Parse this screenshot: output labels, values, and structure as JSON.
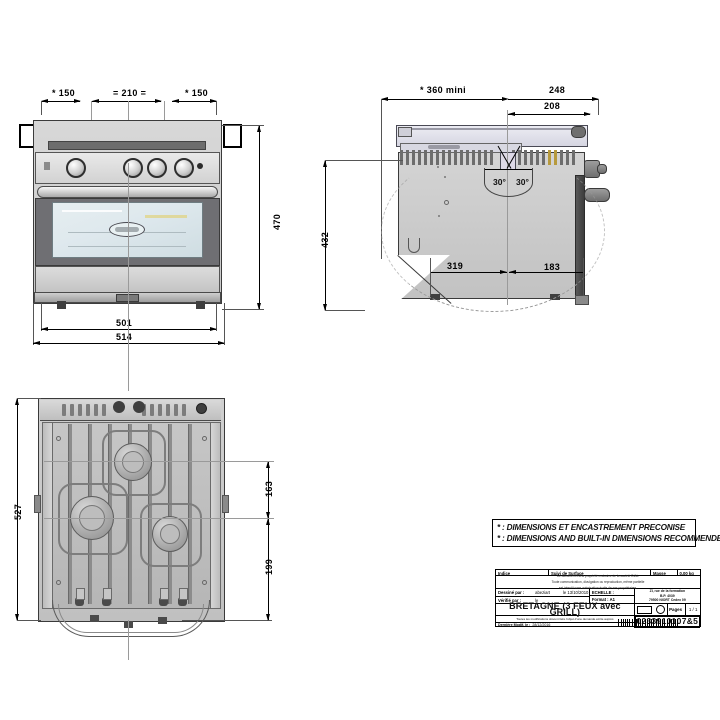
{
  "drawing": {
    "title_main": "BRETAGNE (3 FEUX avec GRILL)",
    "part_number": "0233910107&5"
  },
  "front_view": {
    "name": "front-elevation",
    "dimensions": {
      "burner_left": "* 150",
      "burner_center": "= 210 =",
      "burner_right": "* 150",
      "height": "470",
      "width_inner": "501",
      "width_outer": "514"
    }
  },
  "side_view": {
    "name": "side-elevation",
    "dimensions": {
      "depth_mini": "* 360  mini",
      "depth_248": "248",
      "depth_208": "208",
      "height_432": "432",
      "depth_319": "319",
      "depth_183": "183",
      "angle_left": "30°",
      "angle_right": "30°"
    }
  },
  "top_view": {
    "name": "plan-view",
    "dimensions": {
      "depth_527": "527",
      "spacing_163": "163",
      "spacing_199": "199"
    }
  },
  "notes": {
    "line_fr": "* : DIMENSIONS ET ENCASTREMENT PRECONISE",
    "line_en": "* : DIMENSIONS AND BUILT-IN DIMENSIONS RECOMMENDED"
  },
  "title_block": {
    "indice_label": "Indice",
    "modif_label": "Suivi de Surface",
    "masse_label": "Masse",
    "masse_value": "0,00 kg",
    "legal_text_1": "Ce document est la propriété exclusive de la société DIAL.",
    "legal_text_2": "Toute communication, divulgation ou reproduction, même partielle",
    "legal_text_3": "est interdit sans autorisation écrite de ses propriétaires.",
    "dessine_label": "Dessiné par :",
    "dessine_value": "abeziart",
    "dessine_date": "le 13/10/2010",
    "verifie_label": "Vérifié par :",
    "verifie_value": "le",
    "echelle_label": "ECHELLE :",
    "echelle_value": "",
    "format_label": "Format : A1",
    "company_line_1": "ZI, rue de la formation",
    "company_line_2": "B.P. 4039",
    "company_line_3": "79500 NIORT Cedex 09",
    "pages_label": "Pages",
    "pages_value": "1 / 1",
    "footer_note": "Toutes les modifications doivent faire l'objet d'une demande écrite auprès",
    "derniere_label": "Dernière Modif. le :",
    "derniere_value": "28/12/2016"
  }
}
